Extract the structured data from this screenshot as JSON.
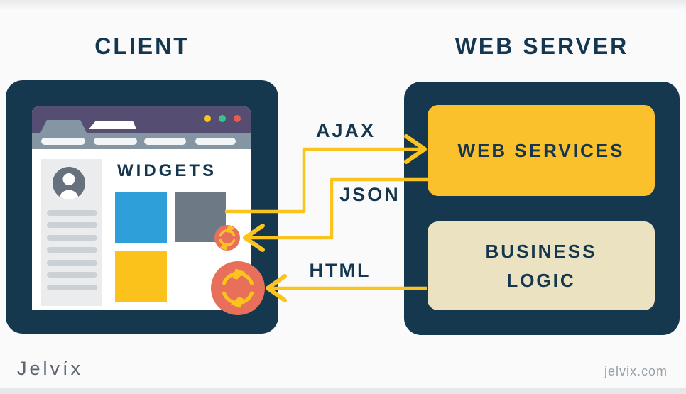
{
  "titles": {
    "client": "CLIENT",
    "server": "WEB SERVER"
  },
  "client": {
    "widgets_label": "WIDGETS"
  },
  "server": {
    "web_services_label": "WEB SERVICES",
    "business_logic": {
      "line1": "BUSINESS",
      "line2": "LOGIC"
    }
  },
  "connectors": {
    "ajax_label": "AJAX",
    "json_label": "JSON",
    "html_label": "HTML"
  },
  "footer": {
    "logo_text": "Jelvíx",
    "website": "jelvix.com"
  },
  "icons": {
    "refresh_small": "refresh-sync-icon",
    "refresh_large": "refresh-sync-icon",
    "avatar": "user-avatar-icon",
    "window_dots": [
      "yellow-dot",
      "green-dot",
      "red-dot"
    ]
  },
  "colors": {
    "navy": "#15384F",
    "text_navy": "#14364E",
    "accent_yellow": "#FBC31D",
    "services_yellow": "#FAC12C",
    "logic_cream": "#EBE2C1",
    "salmon": "#E8705B",
    "widget_blue": "#2F9FD9",
    "widget_gray": "#6D7A85",
    "widget_yellow": "#FBC21C",
    "titlebar_purple": "#564E72",
    "toolbar_gray": "#8496A3",
    "background": "#FAFAFB"
  }
}
